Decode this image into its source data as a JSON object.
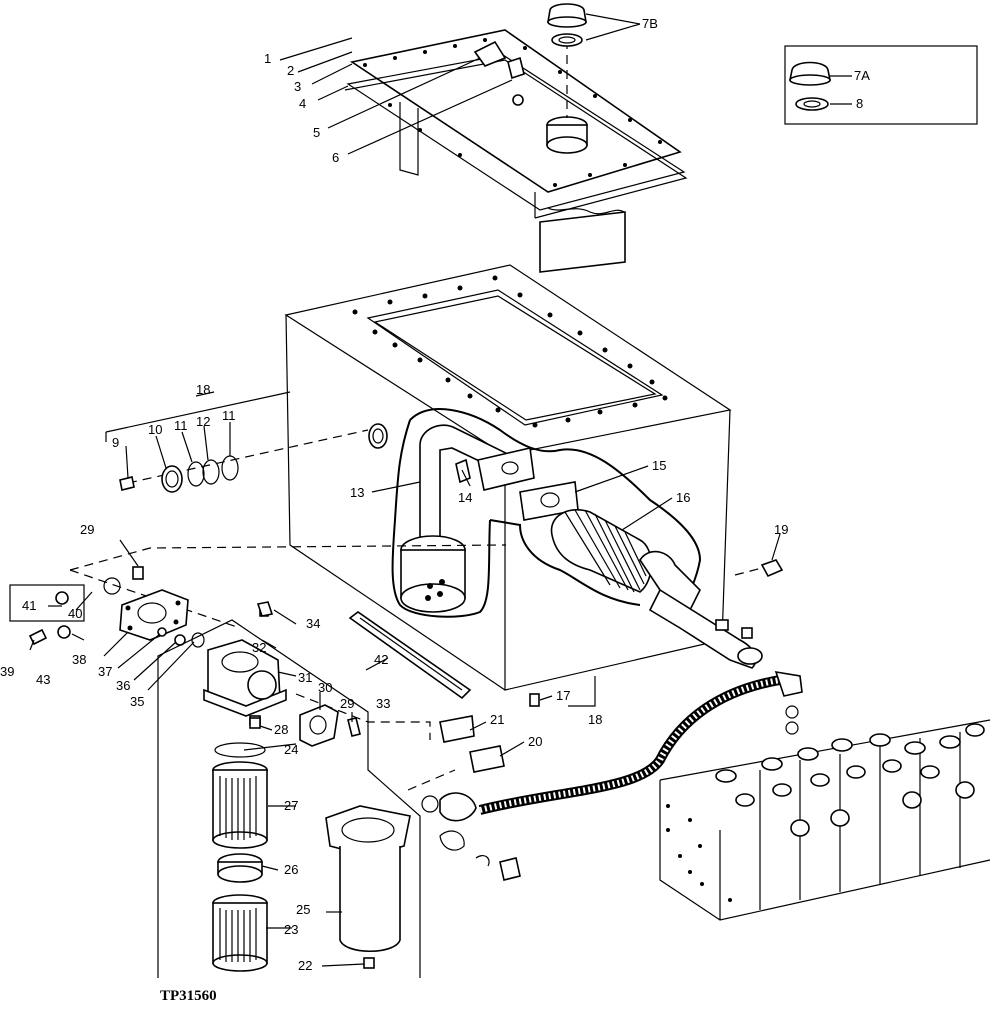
{
  "drawing_id": "TP31560",
  "callouts": [
    "1",
    "2",
    "3",
    "4",
    "5",
    "6",
    "7B",
    "7A",
    "8",
    "9",
    "10",
    "11",
    "12",
    "11",
    "13",
    "14",
    "15",
    "16",
    "17",
    "18",
    "18",
    "19",
    "20",
    "21",
    "22",
    "23",
    "24",
    "25",
    "26",
    "27",
    "28",
    "29",
    "29",
    "30",
    "31",
    "32",
    "33",
    "34",
    "35",
    "36",
    "37",
    "38",
    "39",
    "40",
    "41",
    "42",
    "43"
  ]
}
